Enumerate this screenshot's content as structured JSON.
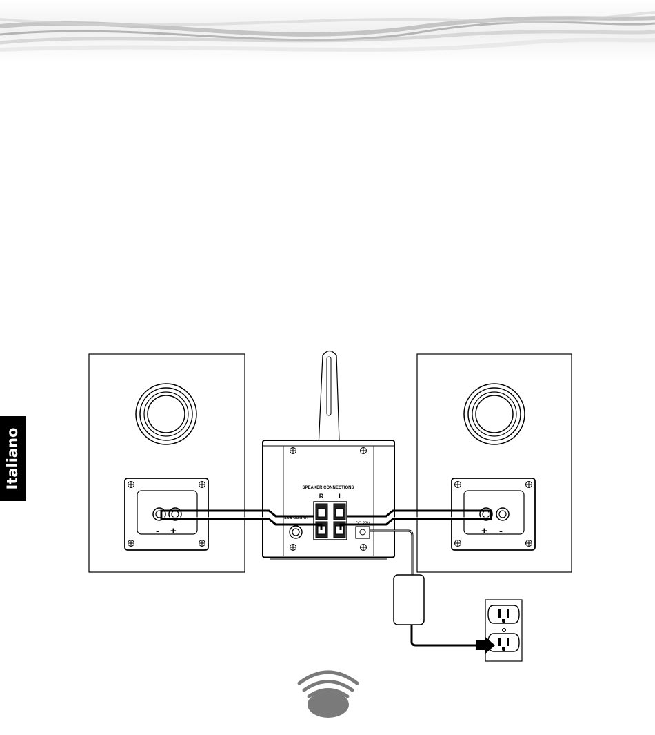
{
  "side_tab": {
    "label": "Italiano"
  },
  "diagram": {
    "subwoofer": {
      "speaker_connections_label": "SPEAKER CONNECTIONS",
      "right_label": "R",
      "left_label": "L",
      "sub_output_label": "SUB OUTPUT",
      "dc_label": "DC 22V"
    },
    "left_speaker": {
      "minus_label": "-",
      "plus_label": "+"
    },
    "right_speaker": {
      "plus_label": "+",
      "minus_label": "-"
    }
  },
  "icons": [
    "header-swoosh-graphic",
    "power-outlet-icon",
    "power-adapter-icon",
    "wireless-logo-icon"
  ]
}
